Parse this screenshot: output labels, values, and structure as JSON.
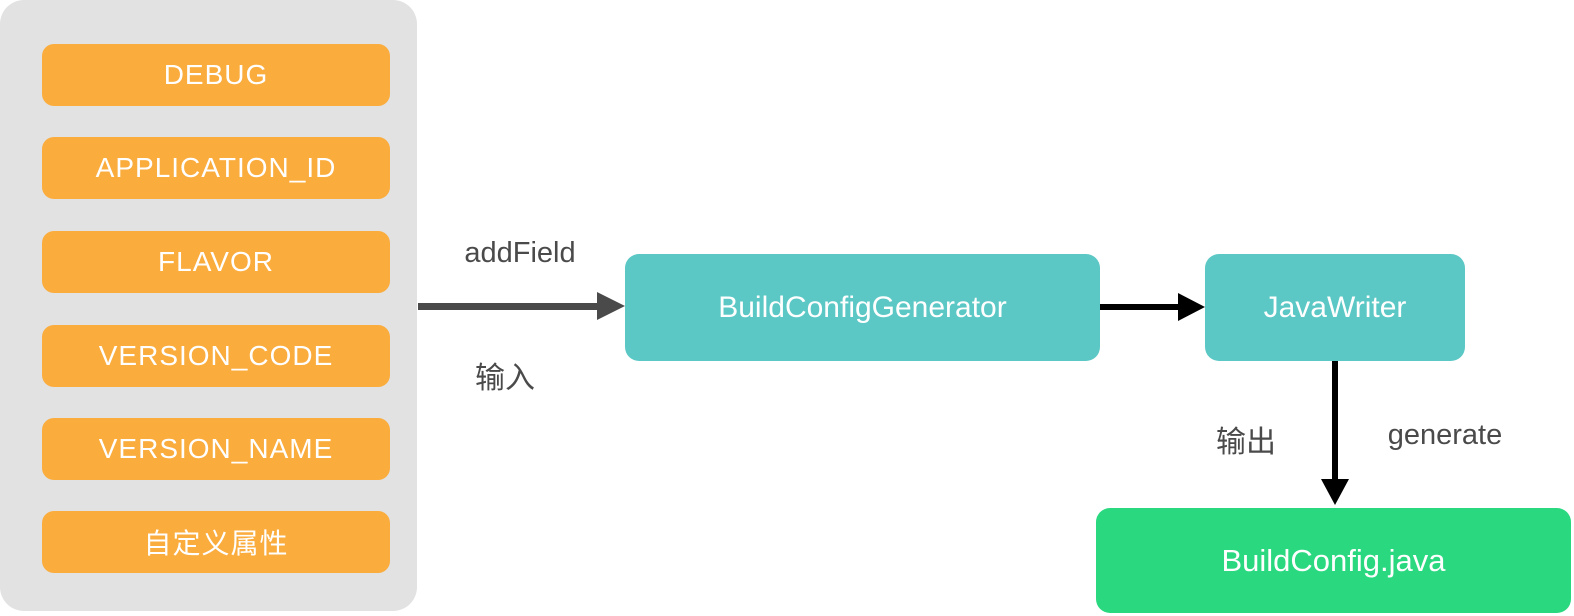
{
  "diagram": {
    "inputs_panel": {
      "items": [
        "DEBUG",
        "APPLICATION_ID",
        "FLAVOR",
        "VERSION_CODE",
        "VERSION_NAME",
        "自定义属性"
      ]
    },
    "nodes": {
      "generator": "BuildConfigGenerator",
      "writer": "JavaWriter",
      "output_file": "BuildConfig.java"
    },
    "edges": {
      "add_field_label": "addField",
      "input_label": "输入",
      "output_label": "输出",
      "generate_label": "generate"
    },
    "colors": {
      "panel_bg": "#E2E2E2",
      "field_chip_bg": "#FAAC3D",
      "process_node_bg": "#5BC8C5",
      "output_node_bg": "#2AD880",
      "label_text": "#4A4A4A",
      "input_arrow": "#4A4A4A",
      "flow_arrow": "#000000",
      "node_text": "#FFFFFF"
    }
  }
}
